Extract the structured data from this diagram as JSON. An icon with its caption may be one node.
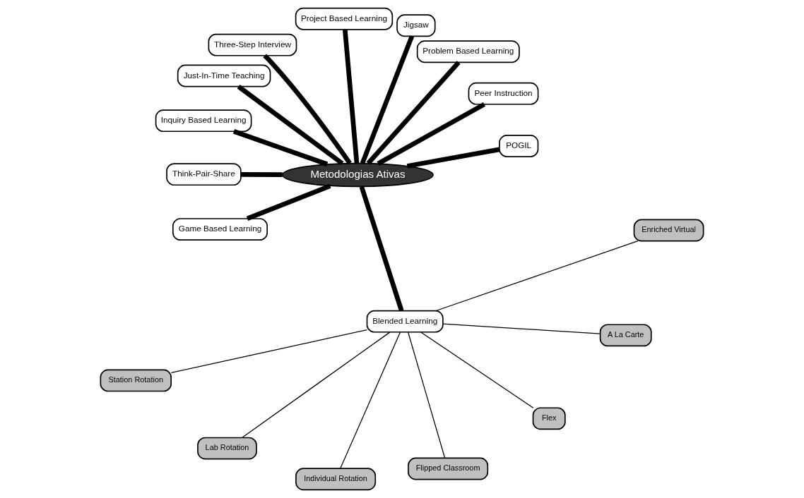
{
  "diagram": {
    "nodes": [
      {
        "text": [
          "Metodologias Ativas"
        ]
      },
      {
        "text": [
          "POGIL"
        ]
      },
      {
        "text": [
          "Peer Instruction"
        ]
      },
      {
        "text": [
          "Problem Based Learning"
        ]
      },
      {
        "text": [
          "Jigsaw"
        ]
      },
      {
        "text": [
          "Project Based Learning"
        ]
      },
      {
        "text": [
          "Three-Step Interview"
        ]
      },
      {
        "text": [
          "Just-In-Time Teaching"
        ]
      },
      {
        "text": [
          "Inquiry Based Learning"
        ]
      },
      {
        "text": [
          "Think-Pair-Share"
        ]
      },
      {
        "text": [
          "Game Based Learning"
        ]
      },
      {
        "text": [
          "Blended Learning"
        ]
      },
      {
        "text": [
          "Station Rotation"
        ]
      },
      {
        "text": [
          "Lab Rotation"
        ]
      },
      {
        "text": [
          "Individual Rotation"
        ]
      },
      {
        "text": [
          "Flipped Classroom"
        ]
      },
      {
        "text": [
          "Flex"
        ]
      },
      {
        "text": [
          "A La Carte"
        ]
      },
      {
        "text": [
          "Enriched Virtual"
        ]
      }
    ],
    "edges": [
      {
        "from": 0,
        "to": 1,
        "arrow": "none"
      },
      {
        "from": 0,
        "to": 2,
        "arrow": "none"
      },
      {
        "from": 0,
        "to": 3,
        "arrow": "none"
      },
      {
        "from": 0,
        "to": 4,
        "arrow": "none"
      },
      {
        "from": 0,
        "to": 5,
        "arrow": "none"
      },
      {
        "from": 0,
        "to": 6,
        "arrow": "none"
      },
      {
        "from": 0,
        "to": 7,
        "arrow": "none"
      },
      {
        "from": 0,
        "to": 8,
        "arrow": "none"
      },
      {
        "from": 0,
        "to": 9,
        "arrow": "none"
      },
      {
        "from": 0,
        "to": 10,
        "arrow": "none"
      },
      {
        "from": 0,
        "to": 11,
        "arrow": "none"
      },
      {
        "from": 11,
        "to": 12,
        "arrow": "none"
      },
      {
        "from": 11,
        "to": 13,
        "arrow": "none"
      },
      {
        "from": 11,
        "to": 14,
        "arrow": "none"
      },
      {
        "from": 11,
        "to": 15,
        "arrow": "none"
      },
      {
        "from": 11,
        "to": 16,
        "arrow": "none"
      },
      {
        "from": 11,
        "to": 17,
        "arrow": "none"
      },
      {
        "from": 11,
        "to": 18,
        "arrow": "none"
      }
    ]
  }
}
